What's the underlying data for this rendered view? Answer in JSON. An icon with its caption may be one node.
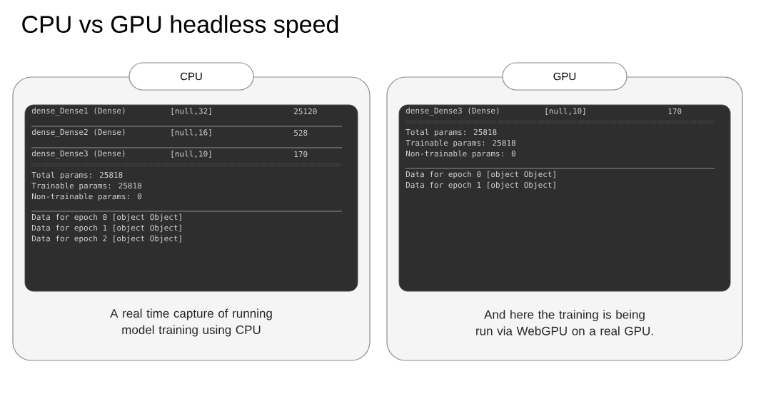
{
  "diagram": {
    "title": "CPU vs GPU headless speed",
    "nodes": [
      {
        "text": [
          "CPU",
          "A real time capture of running model training using CPU"
        ]
      },
      {
        "text": [
          "dense_Dense1 (Dense)",
          "[null,32]",
          "25120",
          "dense_Dense2 (Dense)",
          "[null,16]",
          "528",
          "dense_Dense3 (Dense)",
          "[null,10]",
          "170",
          "Total params: 25818",
          "Trainable params: 25818",
          "Non-trainable params: 0",
          "Data for epoch 0 [object Object]",
          "Data for epoch 1 [object Object]",
          "Data for epoch 2 [object Object]"
        ],
        "in": 0
      },
      {
        "text": [
          "GPU",
          "And here the training is being run via WebGPU on a real GPU."
        ]
      },
      {
        "text": [
          "dense_Dense3 (Dense)",
          "[null,10]",
          "170",
          "Total params: 25818",
          "Trainable params: 25818",
          "Non-trainable params: 0",
          "Data for epoch 0 [object Object]",
          "Data for epoch 1 [object Object]"
        ],
        "in": 2
      }
    ]
  }
}
